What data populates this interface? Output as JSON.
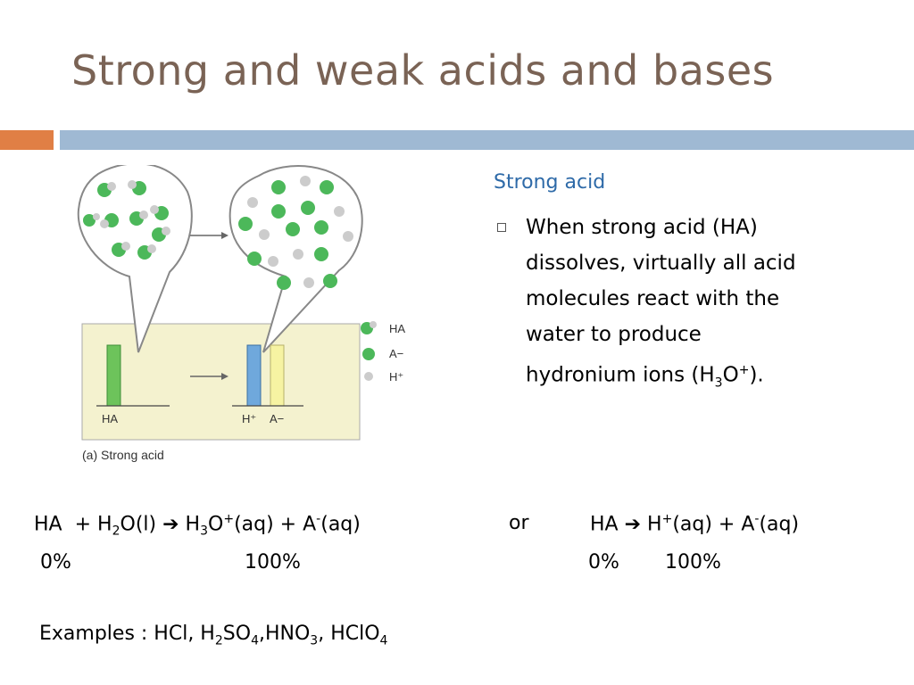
{
  "slide": {
    "title": "Strong and weak acids and bases",
    "colors": {
      "title": "#7a6355",
      "accent_orange": "#e07f45",
      "accent_blue": "#9fb9d3",
      "heading": "#2e6aa8"
    }
  },
  "figure": {
    "legend": {
      "ha": "HA",
      "a_minus": "A−",
      "h_plus": "H⁺"
    },
    "bar_labels": {
      "ha": "HA",
      "h_plus": "H⁺",
      "a_minus": "A−"
    },
    "caption": "(a) Strong acid"
  },
  "right": {
    "heading": "Strong acid",
    "bullet_lines": [
      "When strong acid (HA)",
      "dissolves, virtually all acid",
      "molecules react with the",
      "water to produce"
    ],
    "last_line_prefix": "hydronium ions (H",
    "last_line_sub": "3",
    "last_line_mid": "O",
    "last_line_sup": "+",
    "last_line_suffix": ")."
  },
  "equation": {
    "ha": "HA",
    "plus_h": "+ H",
    "sub2": "2",
    "o_l": "O(l)",
    "arrow": "➔",
    "h": "H",
    "sub3": "3",
    "o": "O",
    "sup_plus": "+",
    "aq_plus_a": "(aq) + A",
    "sup_minus": "-",
    "aq": "(aq)",
    "or": "or",
    "ha2": "HA",
    "arrow2": "➔",
    "h2": "H",
    "sup_plus2": "+",
    "aq_plus_a2": "(aq) + A",
    "sup_minus2": "-",
    "aq2": "(aq)"
  },
  "percents": {
    "left_0": "0%",
    "left_100": "100%",
    "right_0": "0%",
    "right_100": "100%"
  },
  "examples": {
    "prefix": "Examples : HCl, H",
    "s1": "2",
    "so": "SO",
    "s2": "4",
    "hno": ",HNO",
    "s3": "3",
    "hclo": ", HClO",
    "s4": "4"
  }
}
